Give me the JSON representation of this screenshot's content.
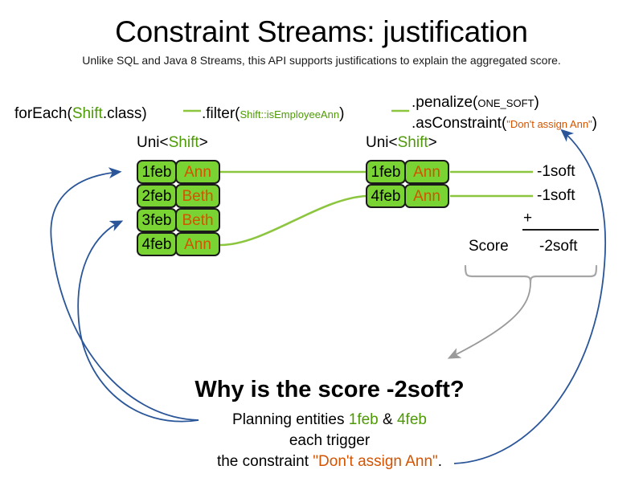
{
  "header": {
    "title": "Constraint Streams: justification",
    "subtitle": "Unlike SQL and Java 8 Streams, this API supports justifications to explain the aggregated score."
  },
  "colors": {
    "green_keyword": "#4e9a06",
    "orange_string": "#d35400",
    "pill_fill": "#79d333",
    "pill_border": "#1a1a1a",
    "connector_green": "#8cc63f",
    "arrow_blue": "#2a5699",
    "brace_gray": "#a6a6a6",
    "text_black": "#000000"
  },
  "code": {
    "foreach": {
      "prefix": "forEach(",
      "type": "Shift",
      "suffix": ".class)"
    },
    "filter": {
      "prefix": ".filter(",
      "method_ref": "Shift::isEmployeeAnn",
      "suffix": ")"
    },
    "penalize": {
      "prefix": ".penalize(",
      "arg": "ONE_SOFT",
      "suffix": ")"
    },
    "as_constraint": {
      "prefix": ".asConstraint(",
      "arg": "\"Don't assign Ann\"",
      "suffix": ")"
    }
  },
  "streams": {
    "left": {
      "label_prefix": "Uni<",
      "label_type": "Shift",
      "label_suffix": ">",
      "rows": [
        {
          "date": "1feb",
          "employee": "Ann"
        },
        {
          "date": "2feb",
          "employee": "Beth"
        },
        {
          "date": "3feb",
          "employee": "Beth"
        },
        {
          "date": "4feb",
          "employee": "Ann"
        }
      ]
    },
    "right": {
      "label_prefix": "Uni<",
      "label_type": "Shift",
      "label_suffix": ">",
      "rows": [
        {
          "date": "1feb",
          "employee": "Ann",
          "penalty": "-1soft"
        },
        {
          "date": "4feb",
          "employee": "Ann",
          "penalty": "-1soft"
        }
      ]
    }
  },
  "score_block": {
    "plus": "+",
    "label": "Score",
    "total": "-2soft"
  },
  "explanation": {
    "heading": "Why is the score -2soft?",
    "line1_prefix": "Planning entities ",
    "line1_entity_a": "1feb",
    "line1_amp": " & ",
    "line1_entity_b": "4feb",
    "line2": "each trigger",
    "line3_prefix": "the constraint ",
    "line3_constraint": "\"Don't assign Ann\"",
    "line3_suffix": "."
  }
}
